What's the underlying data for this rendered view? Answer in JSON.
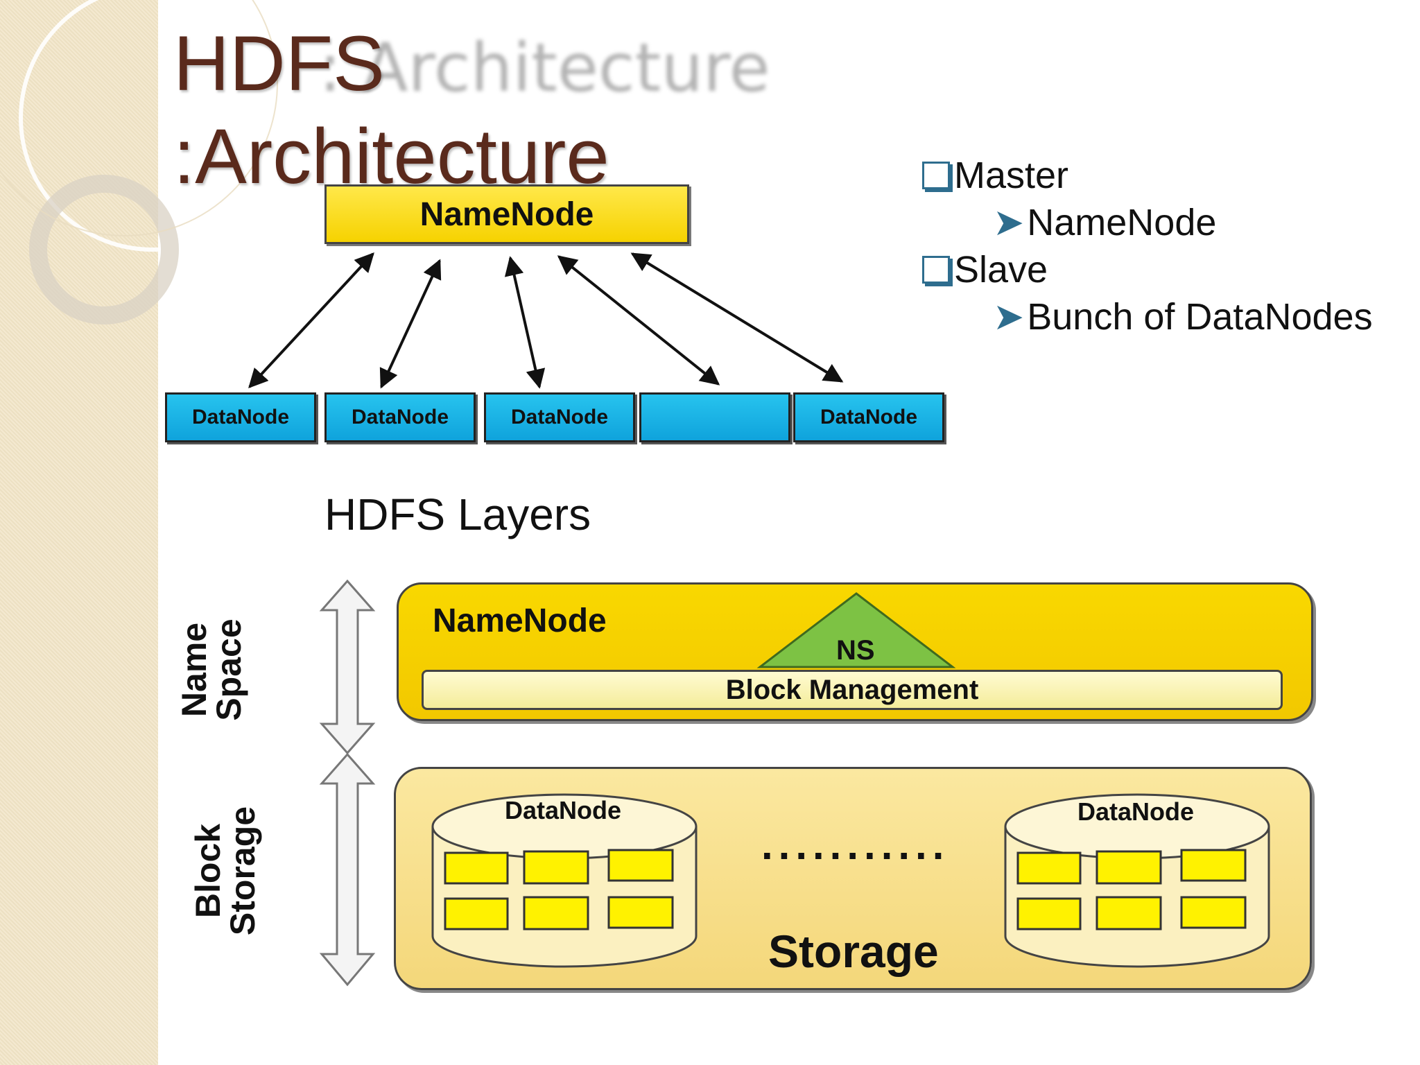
{
  "title": {
    "ghost_text": ": Architecture",
    "line1": "HDFS",
    "line2": ":Architecture"
  },
  "bullets": [
    {
      "text": "Master",
      "sub": "NameNode"
    },
    {
      "text": "Slave",
      "sub": "Bunch of DataNodes"
    }
  ],
  "architecture": {
    "namenode": "NameNode",
    "datanodes": [
      "DataNode",
      "DataNode",
      "DataNode",
      "",
      "DataNode"
    ]
  },
  "layers": {
    "title": "HDFS Layers",
    "namespace_label": [
      "Name",
      "Space"
    ],
    "block_storage_label": [
      "Block",
      "Storage"
    ],
    "namenode": "NameNode",
    "ns": "NS",
    "block_management": "Block Management",
    "datanode_left": "DataNode",
    "datanode_right": "DataNode",
    "dots": "...........",
    "storage": "Storage"
  },
  "colors": {
    "title": "#5a2a1c",
    "namenode_yellow": "#f6d200",
    "datanode_blue": "#1ab4e6",
    "bullet_accent": "#2e6d8e",
    "ns_green": "#7dc244",
    "block_yellow": "#ffff00"
  }
}
